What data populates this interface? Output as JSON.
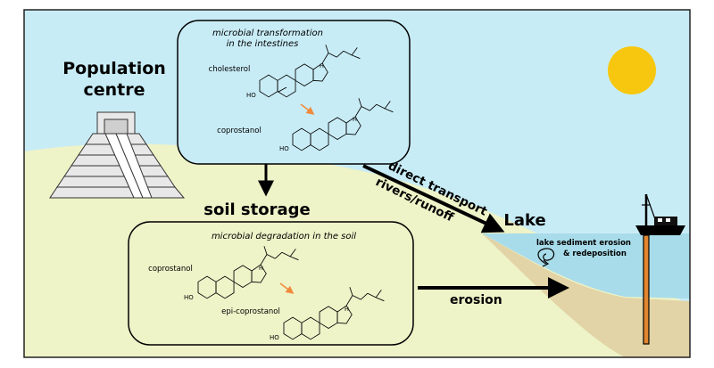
{
  "labels": {
    "population_line1": "Population",
    "population_line2": "centre",
    "soil_storage": "soil storage",
    "lake": "Lake",
    "direct_transport": "direct transport",
    "rivers_runoff": "rivers/runoff",
    "erosion": "erosion",
    "sediment_line1": "lake sediment erosion",
    "sediment_line2": "& redeposition"
  },
  "intestine_box": {
    "title_line1": "microbial transformation",
    "title_line2": "in the intestines",
    "molecule_top": "cholesterol",
    "molecule_bottom": "coprostanol"
  },
  "soil_box": {
    "title": "microbial degradation in the soil",
    "molecule_top": "coprostanol",
    "molecule_bottom": "epi-coprostanol"
  },
  "chem": {
    "ho": "HO",
    "h": "H"
  },
  "colors": {
    "sky": "#c8ecf6",
    "land": "#eef3c8",
    "water": "#a8dcea",
    "sand": "#e2d4a6",
    "sun": "#f7c70f",
    "reaction_arrow": "#f08a3c",
    "core": "#e2862f"
  }
}
